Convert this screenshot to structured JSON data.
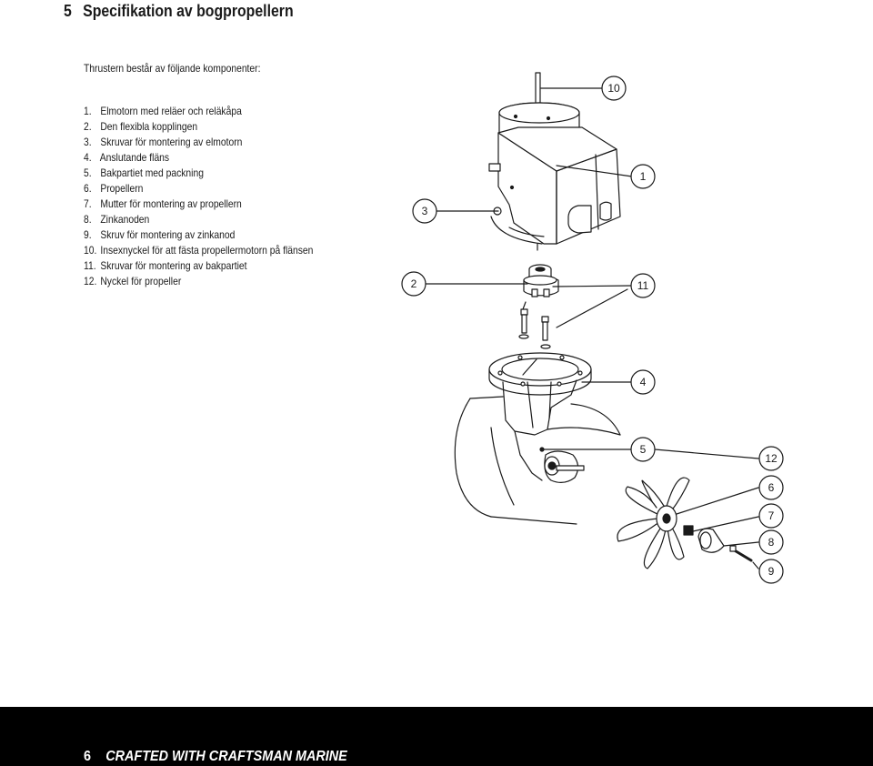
{
  "section": {
    "number": "5",
    "title": "Specifikation av bogpropellern"
  },
  "intro": "Thrustern består av följande komponenter:",
  "parts": [
    {
      "num": "1.",
      "label": "Elmotorn med reläer och reläkåpa"
    },
    {
      "num": "2.",
      "label": "Den flexibla kopplingen"
    },
    {
      "num": "3.",
      "label": "Skruvar för montering av elmotorn"
    },
    {
      "num": "4.",
      "label": "Anslutande fläns"
    },
    {
      "num": "5.",
      "label": "Bakpartiet med packning"
    },
    {
      "num": "6.",
      "label": "Propellern"
    },
    {
      "num": "7.",
      "label": "Mutter för montering av propellern"
    },
    {
      "num": "8.",
      "label": "Zinkanoden"
    },
    {
      "num": "9.",
      "label": "Skruv för montering av zinkanod"
    },
    {
      "num": "10.",
      "label": "Insexnyckel för att fästa propellermotorn på flänsen"
    },
    {
      "num": "11.",
      "label": "Skruvar för montering av bakpartiet"
    },
    {
      "num": "12.",
      "label": "Nyckel för propeller"
    }
  ],
  "callouts": [
    "10",
    "1",
    "3",
    "2",
    "11",
    "4",
    "5",
    "12",
    "6",
    "7",
    "8",
    "9"
  ],
  "footer": {
    "page": "6",
    "brand": "CRAFTED WITH CRAFTSMAN MARINE"
  }
}
